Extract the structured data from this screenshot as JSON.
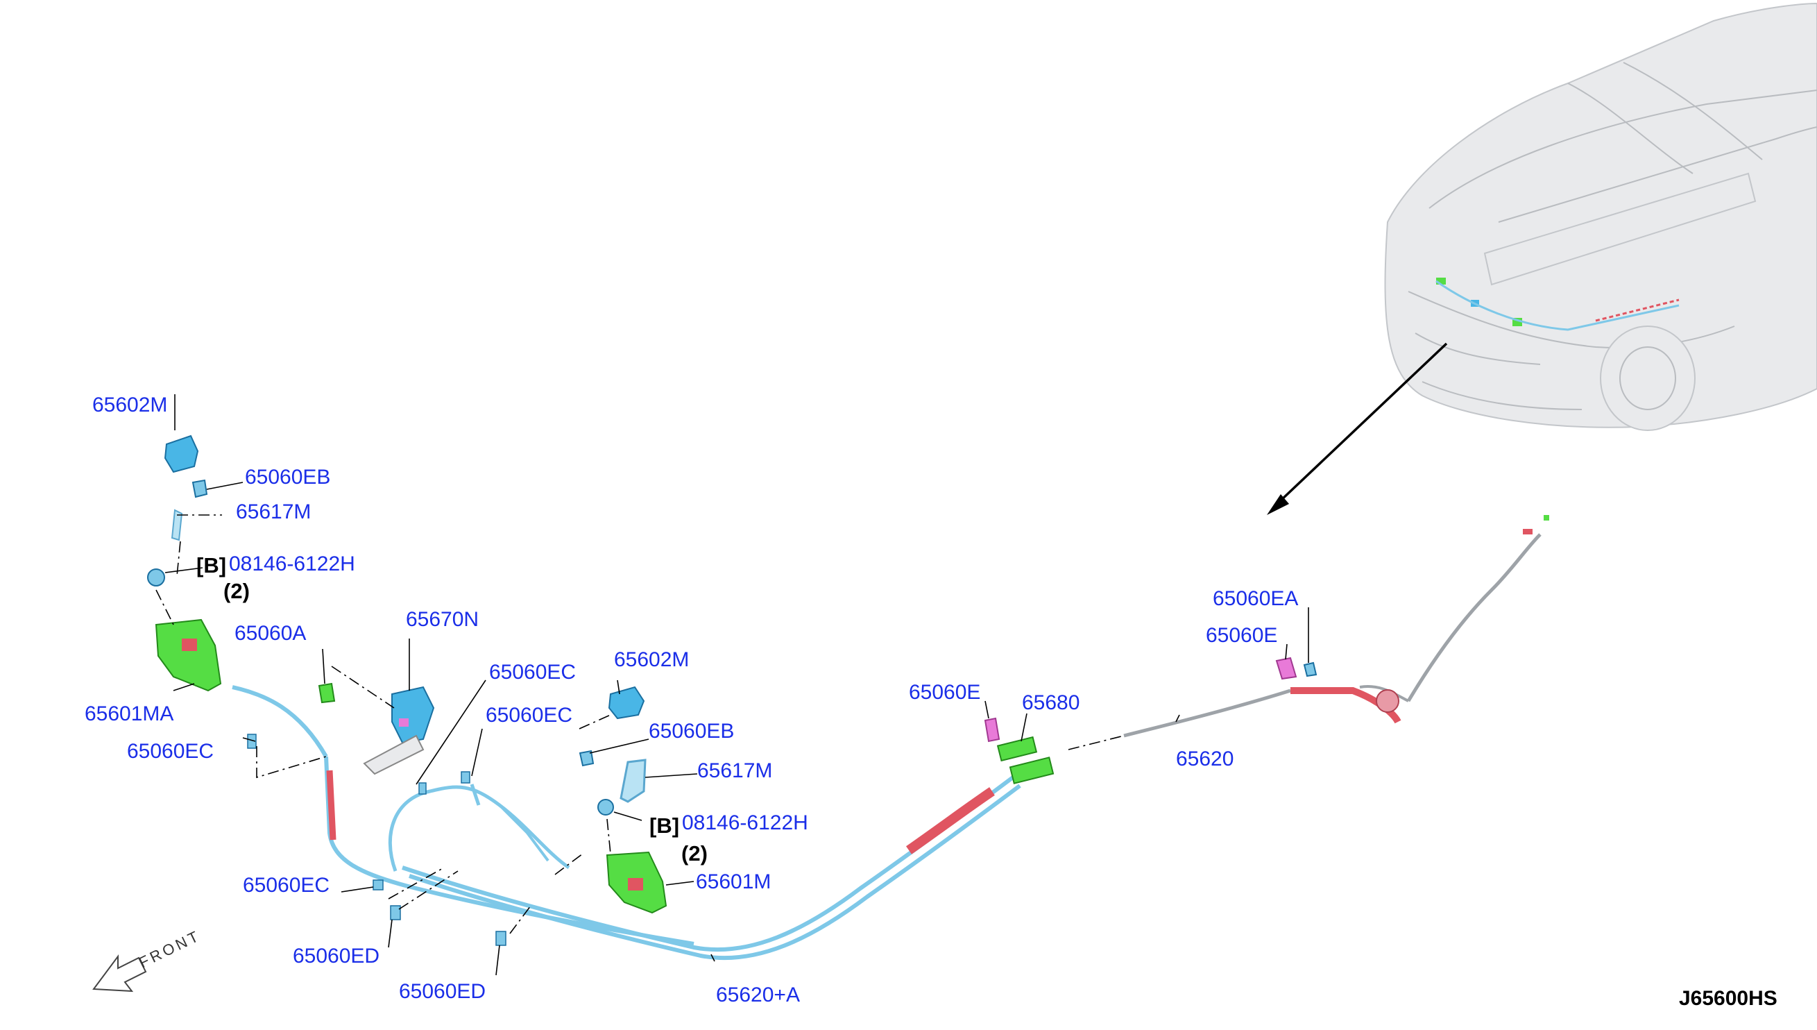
{
  "diagram_code": "J65600HS",
  "front_label": "FRONT",
  "bracket_label": "[B]",
  "callouts": {
    "p65602M_a": "65602M",
    "p65060EB_a": "65060EB",
    "p65617M_a": "65617M",
    "p08146_a": "08146-6122H",
    "qty_a": "(2)",
    "p65060A": "65060A",
    "p65670N": "65670N",
    "p65601MA": "65601MA",
    "p65060EC_a": "65060EC",
    "p65060EC_b": "65060EC",
    "p65060EC_c": "65060EC",
    "p65060EC_d": "65060EC",
    "p65602M_b": "65602M",
    "p65060EB_b": "65060EB",
    "p65617M_b": "65617M",
    "p08146_b": "08146-6122H",
    "qty_b": "(2)",
    "p65601M": "65601M",
    "p65060ED_a": "65060ED",
    "p65060ED_b": "65060ED",
    "p65620A": "65620+A",
    "p65060E_a": "65060E",
    "p65680": "65680",
    "p65620": "65620",
    "p65060EA": "65060EA",
    "p65060E_b": "65060E"
  },
  "colors": {
    "callout_text": "#1a2ee8",
    "cable_blue": "#7ec8e8",
    "cable_red": "#e05561",
    "latch_green": "#55dd44",
    "part_blue": "#49b6e6",
    "part_pink": "#e87ad8"
  }
}
